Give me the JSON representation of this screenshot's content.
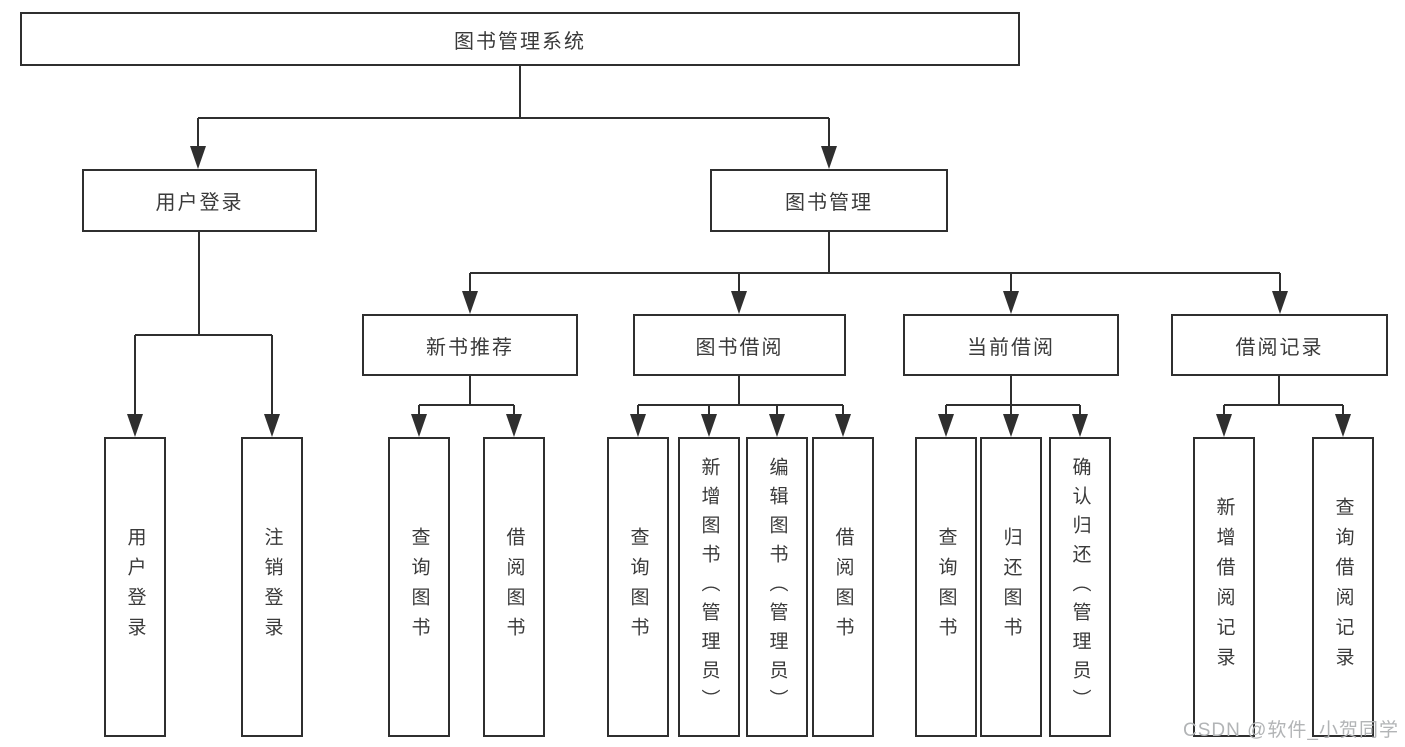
{
  "tree": {
    "label": "图书管理系统",
    "children": [
      {
        "label": "用户登录",
        "children": [
          {
            "label": "用户登录"
          },
          {
            "label": "注销登录"
          }
        ]
      },
      {
        "label": "图书管理",
        "children": [
          {
            "label": "新书推荐",
            "children": [
              {
                "label": "查询图书"
              },
              {
                "label": "借阅图书"
              }
            ]
          },
          {
            "label": "图书借阅",
            "children": [
              {
                "label": "查询图书"
              },
              {
                "label": "新增图书（管理员）"
              },
              {
                "label": "编辑图书（管理员）"
              },
              {
                "label": "借阅图书"
              }
            ]
          },
          {
            "label": "当前借阅",
            "children": [
              {
                "label": "查询图书"
              },
              {
                "label": "归还图书"
              },
              {
                "label": "确认归还（管理员）"
              }
            ]
          },
          {
            "label": "借阅记录",
            "children": [
              {
                "label": "新增借阅记录"
              },
              {
                "label": "查询借阅记录"
              }
            ]
          }
        ]
      }
    ]
  },
  "colors": {
    "line": "#2f2f2f",
    "text": "#3a3a3a",
    "watermark": "#b2b4b6"
  },
  "watermark": "CSDN @软件_小贺同学"
}
